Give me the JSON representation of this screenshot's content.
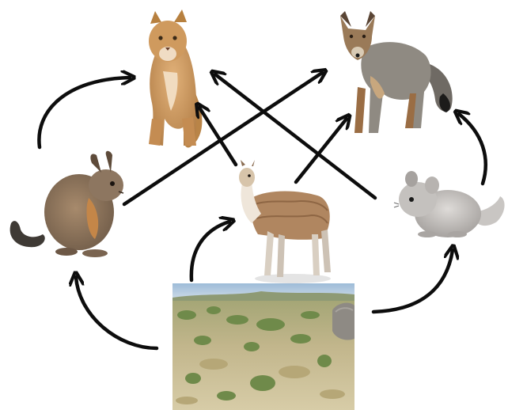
{
  "food_web": {
    "organisms": [
      {
        "id": "puma",
        "icon": "puma-icon",
        "role": "predator"
      },
      {
        "id": "fox",
        "icon": "fox-icon",
        "role": "predator"
      },
      {
        "id": "viscacha",
        "icon": "viscacha-icon",
        "role": "herbivore"
      },
      {
        "id": "guanaco",
        "icon": "guanaco-icon",
        "role": "herbivore"
      },
      {
        "id": "chinchilla",
        "icon": "chinchilla-icon",
        "role": "herbivore"
      },
      {
        "id": "shrubland",
        "icon": "grassland-photo",
        "role": "producer"
      }
    ],
    "links": [
      {
        "from": "shrubland",
        "to": "viscacha"
      },
      {
        "from": "shrubland",
        "to": "guanaco"
      },
      {
        "from": "shrubland",
        "to": "chinchilla"
      },
      {
        "from": "viscacha",
        "to": "puma"
      },
      {
        "from": "viscacha",
        "to": "fox"
      },
      {
        "from": "guanaco",
        "to": "puma"
      },
      {
        "from": "guanaco",
        "to": "fox"
      },
      {
        "from": "chinchilla",
        "to": "puma"
      },
      {
        "from": "chinchilla",
        "to": "fox"
      }
    ]
  },
  "colors": {
    "arrow": "#0d0d0d",
    "sky": "#a9c4de",
    "shrub_green": "#6f8a4a",
    "dry_grass": "#c8b98a",
    "puma_fur": "#c9955a",
    "fox_grey": "#8f8a82",
    "viscacha_fur": "#8b7560",
    "guanaco_fur": "#b08660",
    "chinchilla_grey": "#b9b6b3"
  }
}
